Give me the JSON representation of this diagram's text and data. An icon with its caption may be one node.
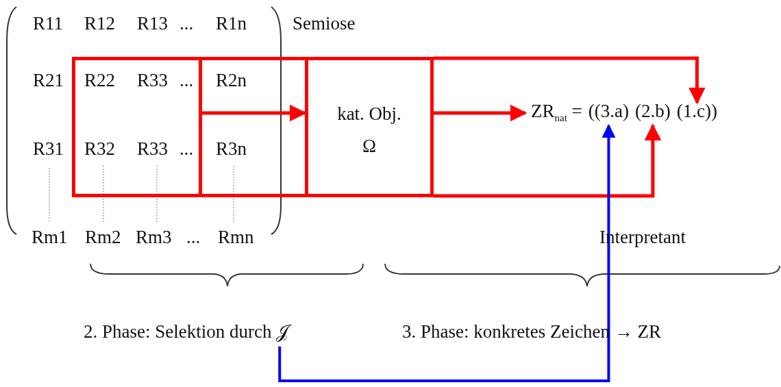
{
  "diagram": {
    "nodes": [
      {
        "text": [],
        "shape": "box"
      },
      {
        "text": [],
        "shape": "box"
      },
      {
        "text": [
          "kat. Obj.",
          "Ω"
        ]
      },
      {
        "text": [
          "ZR$_{nat}$ ="
        ]
      },
      {
        "text": [
          "((3.a)"
        ]
      },
      {
        "text": [
          "(2.b)"
        ]
      },
      {
        "text": [
          "(1.c))"
        ]
      },
      {
        "text": [
          "2. Phase: Selektion durch 𝒥"
        ]
      }
    ],
    "edges": [
      {
        "from": 1,
        "to": 2,
        "arrow": "to"
      },
      {
        "from": 2,
        "to": 3,
        "arrow": "to"
      },
      {
        "from": 2,
        "to": 6,
        "arrow": "to"
      },
      {
        "from": 2,
        "to": 5,
        "arrow": "to"
      },
      {
        "from": 7,
        "to": 4,
        "arrow": "to",
        "color": "#0000ff"
      }
    ],
    "labels": [
      "R11",
      "R12",
      "R13",
      "...",
      "R1n",
      "Semiose",
      "R21",
      "R22",
      "R33",
      "...",
      "R2n",
      "R31",
      "R32",
      "R33",
      "...",
      "R3n",
      "Rm1",
      "Rm2",
      "Rm3",
      "...",
      "Rmn",
      "Interpretant",
      "3. Phase: konkretes Zeichen → ZR"
    ]
  }
}
